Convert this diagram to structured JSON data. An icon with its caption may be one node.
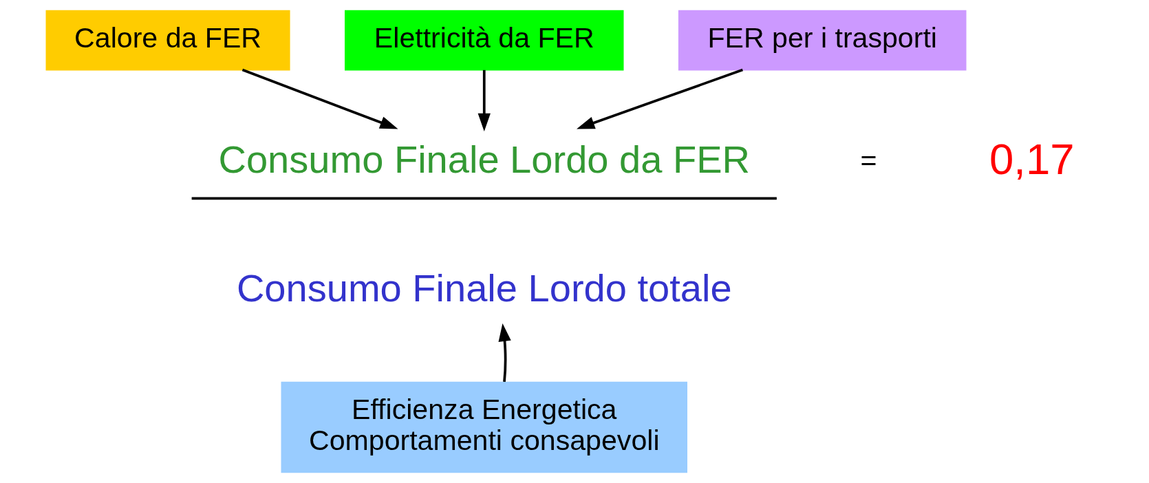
{
  "diagram": {
    "nodes": [
      {
        "text": [
          "Calore da FER"
        ]
      },
      {
        "text": [
          "Elettricità da FER"
        ]
      },
      {
        "text": [
          "FER per i trasporti"
        ]
      },
      {
        "text": [
          "Consumo Finale Lordo da FER"
        ]
      },
      {
        "text": [
          "Consumo Finale Lordo totale"
        ]
      },
      {
        "text": [
          "Efficienza Energetica",
          "Comportamenti consapevoli"
        ]
      }
    ],
    "edges": [
      {
        "from": 0,
        "to": 3,
        "arrow": "to"
      },
      {
        "from": 1,
        "to": 3,
        "arrow": "to"
      },
      {
        "from": 2,
        "to": 3,
        "arrow": "to"
      },
      {
        "from": 5,
        "to": 4,
        "arrow": "to"
      }
    ],
    "labels": [
      "=",
      "0,17"
    ]
  }
}
